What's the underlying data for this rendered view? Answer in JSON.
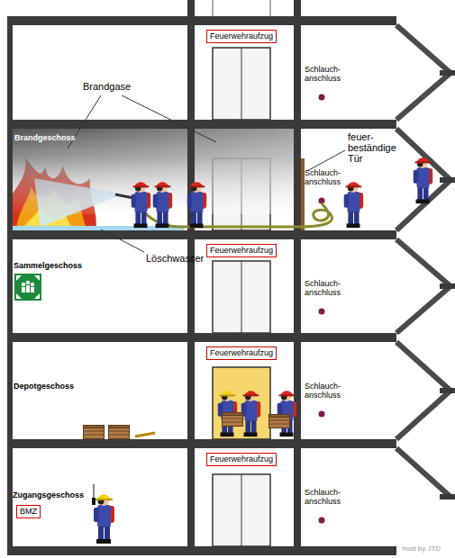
{
  "diagram": {
    "nodes": [
      {
        "text": [
          "Feuerwehraufzug"
        ]
      },
      {
        "text": [
          "Feuerwehraufzug"
        ]
      },
      {
        "text": [
          "Feuerwehraufzug"
        ]
      },
      {
        "text": [
          "Feuerwehraufzug"
        ]
      },
      {
        "text": [
          "BMZ"
        ]
      }
    ],
    "labels": [
      "Schlauch- anschluss",
      "Brandgase",
      "Brandgeschoss",
      "feuer- beständige Tür",
      "Schlauch- anschluss",
      "Löschwasser",
      "Sammelgeschoss",
      "Schlauch- anschluss",
      "Depotgeschoss",
      "Schlauch- anschluss",
      "Zugangsgeschoss",
      "Schlauch- anschluss",
      "mod by JTD"
    ]
  }
}
